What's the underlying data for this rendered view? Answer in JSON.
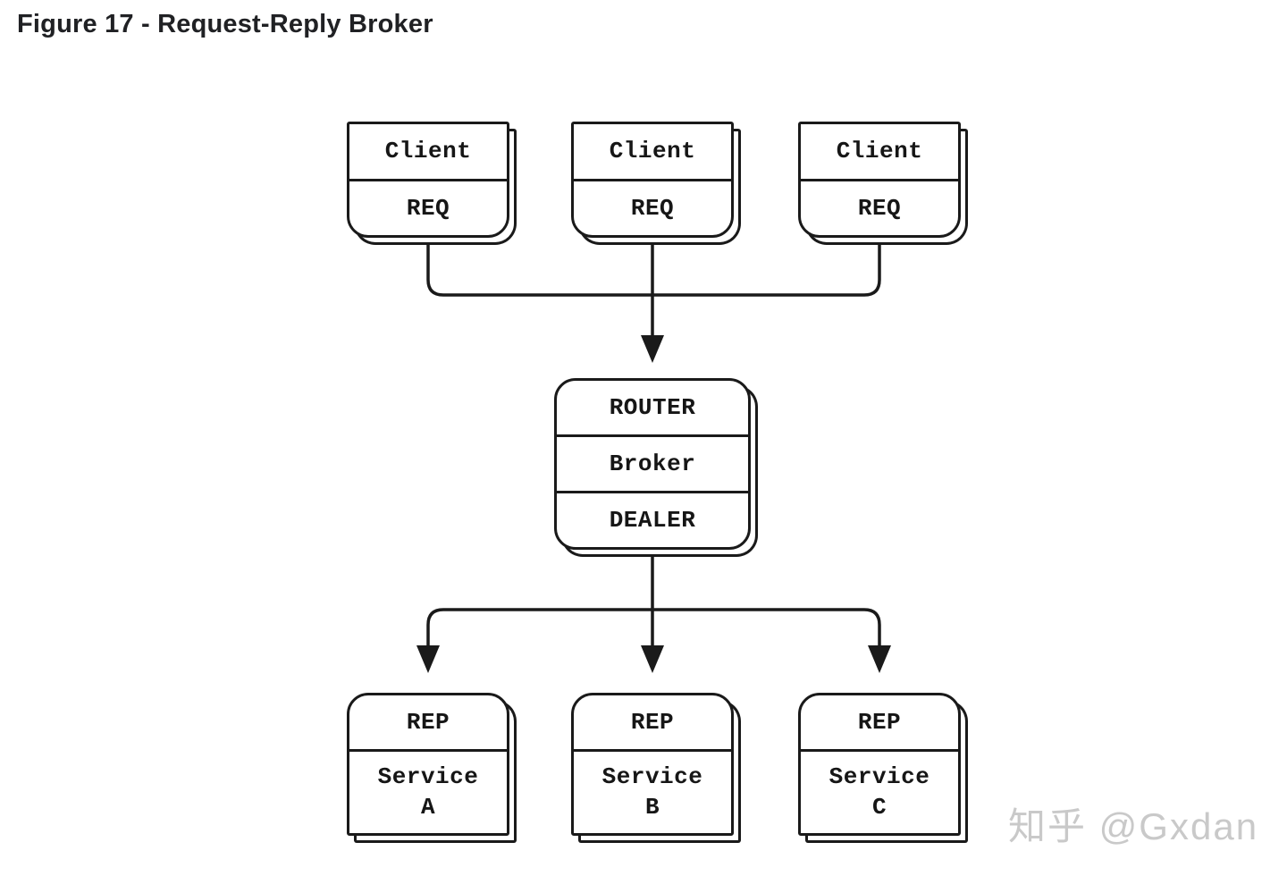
{
  "title": "Figure 17 - Request-Reply Broker",
  "watermark": "知乎 @Gxdan",
  "diagram": {
    "clients": [
      {
        "title": "Client",
        "socket": "REQ"
      },
      {
        "title": "Client",
        "socket": "REQ"
      },
      {
        "title": "Client",
        "socket": "REQ"
      }
    ],
    "broker": {
      "top_socket": "ROUTER",
      "title": "Broker",
      "bottom_socket": "DEALER"
    },
    "services": [
      {
        "socket": "REP",
        "name": "Service",
        "id": "A"
      },
      {
        "socket": "REP",
        "name": "Service",
        "id": "B"
      },
      {
        "socket": "REP",
        "name": "Service",
        "id": "C"
      }
    ],
    "colors": {
      "line": "#1a1a1a",
      "box_background": "#ffffff",
      "title_text": "#202124",
      "watermark_text": "#c9c9c9"
    }
  }
}
